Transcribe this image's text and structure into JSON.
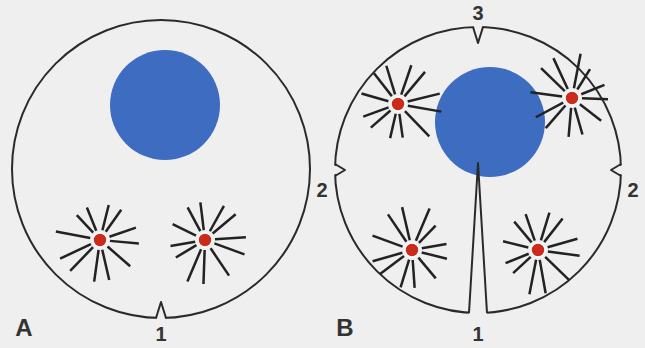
{
  "diagram": {
    "labels": [
      "3",
      "2",
      "2",
      "A",
      "1",
      "1",
      "B"
    ]
  }
}
